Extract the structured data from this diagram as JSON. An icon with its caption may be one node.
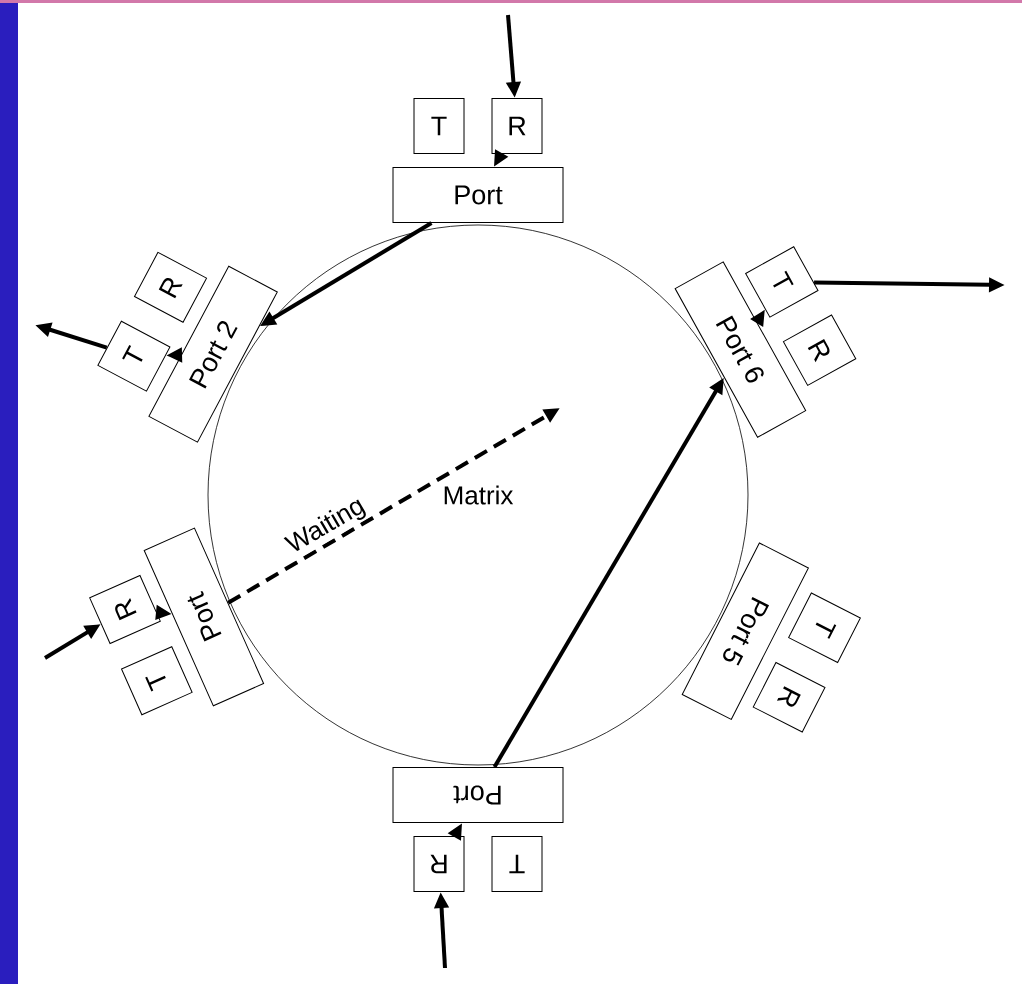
{
  "diagram": {
    "nodes": [
      {
        "text": [
          "Port"
        ]
      },
      {
        "text": [
          "T"
        ]
      },
      {
        "text": [
          "R"
        ]
      },
      {
        "text": [
          "Port 2"
        ]
      },
      {
        "text": [
          "T"
        ]
      },
      {
        "text": [
          "R"
        ]
      },
      {
        "text": [
          "Port"
        ]
      },
      {
        "text": [
          "T"
        ]
      },
      {
        "text": [
          "R"
        ]
      },
      {
        "text": [
          "Port"
        ]
      },
      {
        "text": [
          "T"
        ]
      },
      {
        "text": [
          "R"
        ]
      },
      {
        "text": [
          "Port 5"
        ]
      },
      {
        "text": [
          "T"
        ]
      },
      {
        "text": [
          "R"
        ]
      },
      {
        "text": [
          "Port 6"
        ]
      },
      {
        "text": [
          "T"
        ]
      },
      {
        "text": [
          "R"
        ]
      }
    ],
    "edges": [
      {
        "from": null,
        "to": 2,
        "arrow": "to"
      },
      {
        "from": 2,
        "to": 0,
        "arrow": "to"
      },
      {
        "from": 0,
        "to": 3,
        "arrow": "to"
      },
      {
        "from": 3,
        "to": 4,
        "arrow": "to"
      },
      {
        "from": 4,
        "to": null,
        "arrow": "to"
      },
      {
        "from": null,
        "to": 8,
        "arrow": "to"
      },
      {
        "from": 8,
        "to": 6,
        "arrow": "to"
      },
      {
        "from": 6,
        "to": null,
        "arrow": "to",
        "label": "Waiting",
        "style": "dashed"
      },
      {
        "from": null,
        "to": 11,
        "arrow": "to"
      },
      {
        "from": 11,
        "to": 9,
        "arrow": "to"
      },
      {
        "from": 9,
        "to": 15,
        "arrow": "to"
      },
      {
        "from": 15,
        "to": 16,
        "arrow": "to"
      },
      {
        "from": 16,
        "to": null,
        "arrow": "to"
      }
    ],
    "labels": [
      "Matrix"
    ]
  }
}
